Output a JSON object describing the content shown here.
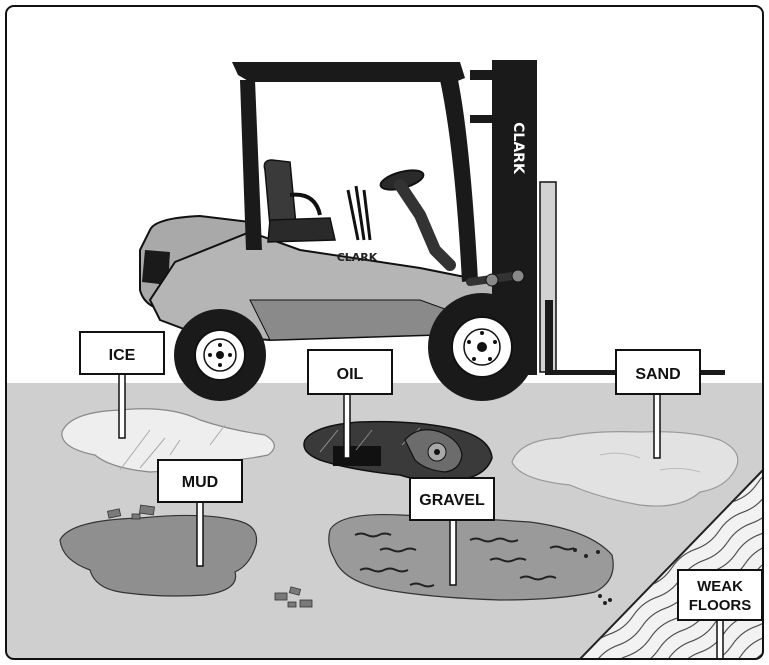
{
  "branding": {
    "mast_logo": "CLARK",
    "body_logo": "CLARK"
  },
  "hazards": [
    {
      "id": "ice",
      "label": "ICE"
    },
    {
      "id": "oil",
      "label": "OIL"
    },
    {
      "id": "sand",
      "label": "SAND"
    },
    {
      "id": "mud",
      "label": "MUD"
    },
    {
      "id": "gravel",
      "label": "GRAVEL"
    },
    {
      "id": "weak-floors",
      "label_lines": [
        "WEAK",
        "FLOORS"
      ]
    }
  ],
  "colors": {
    "floor": "#cfcfcf",
    "frame": "#1a1a1a",
    "body_gray": "#a9a9a9",
    "dark": "#111111",
    "mud": "#8f8f8f",
    "ice": "#eeeeee",
    "sand": "#e2e2e2"
  }
}
